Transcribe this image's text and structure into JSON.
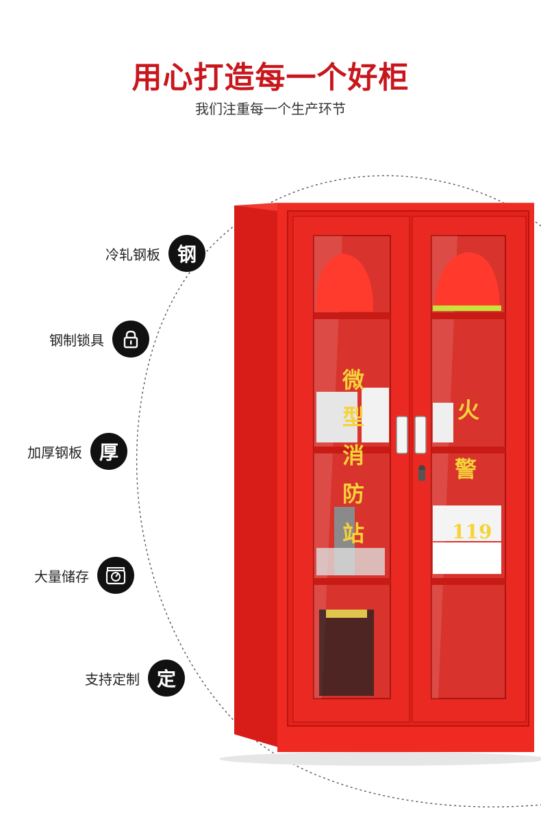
{
  "header": {
    "title": "用心打造每一个好柜",
    "subtitle": "我们注重每一个生产环节"
  },
  "features": [
    {
      "label": "冷轧钢板",
      "badge": "钢",
      "icon": "steel-icon"
    },
    {
      "label": "钢制锁具",
      "badge": "",
      "icon": "lock-icon"
    },
    {
      "label": "加厚钢板",
      "badge": "厚",
      "icon": "thick-icon"
    },
    {
      "label": "大量储存",
      "badge": "",
      "icon": "scale-icon"
    },
    {
      "label": "支持定制",
      "badge": "定",
      "icon": "custom-icon"
    }
  ],
  "cabinet": {
    "left_door_text": [
      "微",
      "型",
      "消",
      "防",
      "站"
    ],
    "right_door_text": [
      "火",
      "警",
      "119"
    ]
  },
  "colors": {
    "title_red": "#c8161d",
    "cabinet_red": "#e8231f",
    "badge_black": "#111111",
    "door_text": "#f5d33a"
  }
}
